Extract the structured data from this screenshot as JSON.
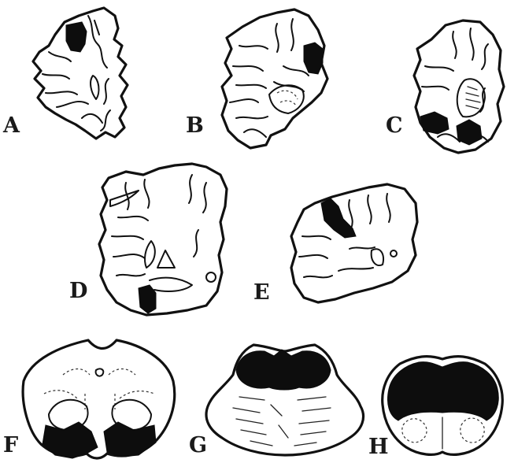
{
  "figure": {
    "panels": [
      {
        "id": "A",
        "label": "A",
        "kind": "coronal-section"
      },
      {
        "id": "B",
        "label": "B",
        "kind": "coronal-section"
      },
      {
        "id": "C",
        "label": "C",
        "kind": "coronal-section"
      },
      {
        "id": "D",
        "label": "D",
        "kind": "coronal-section"
      },
      {
        "id": "E",
        "label": "E",
        "kind": "coronal-section"
      },
      {
        "id": "F",
        "label": "F",
        "kind": "brainstem-section"
      },
      {
        "id": "G",
        "label": "G",
        "kind": "brainstem-section"
      },
      {
        "id": "H",
        "label": "H",
        "kind": "brainstem-section"
      }
    ],
    "colors": {
      "outline": "#111111",
      "lesion": "#0d0d0d",
      "background": "#ffffff"
    }
  }
}
